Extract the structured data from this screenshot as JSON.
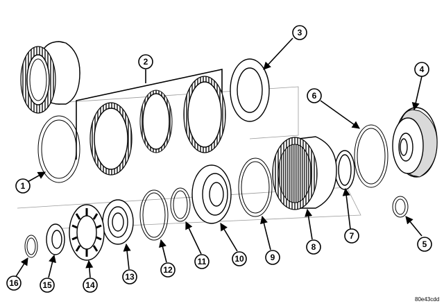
{
  "figure_code": "80e43cdd",
  "callouts": [
    "1",
    "2",
    "3",
    "4",
    "5",
    "6",
    "7",
    "8",
    "9",
    "10",
    "11",
    "12",
    "13",
    "14",
    "15",
    "16"
  ]
}
